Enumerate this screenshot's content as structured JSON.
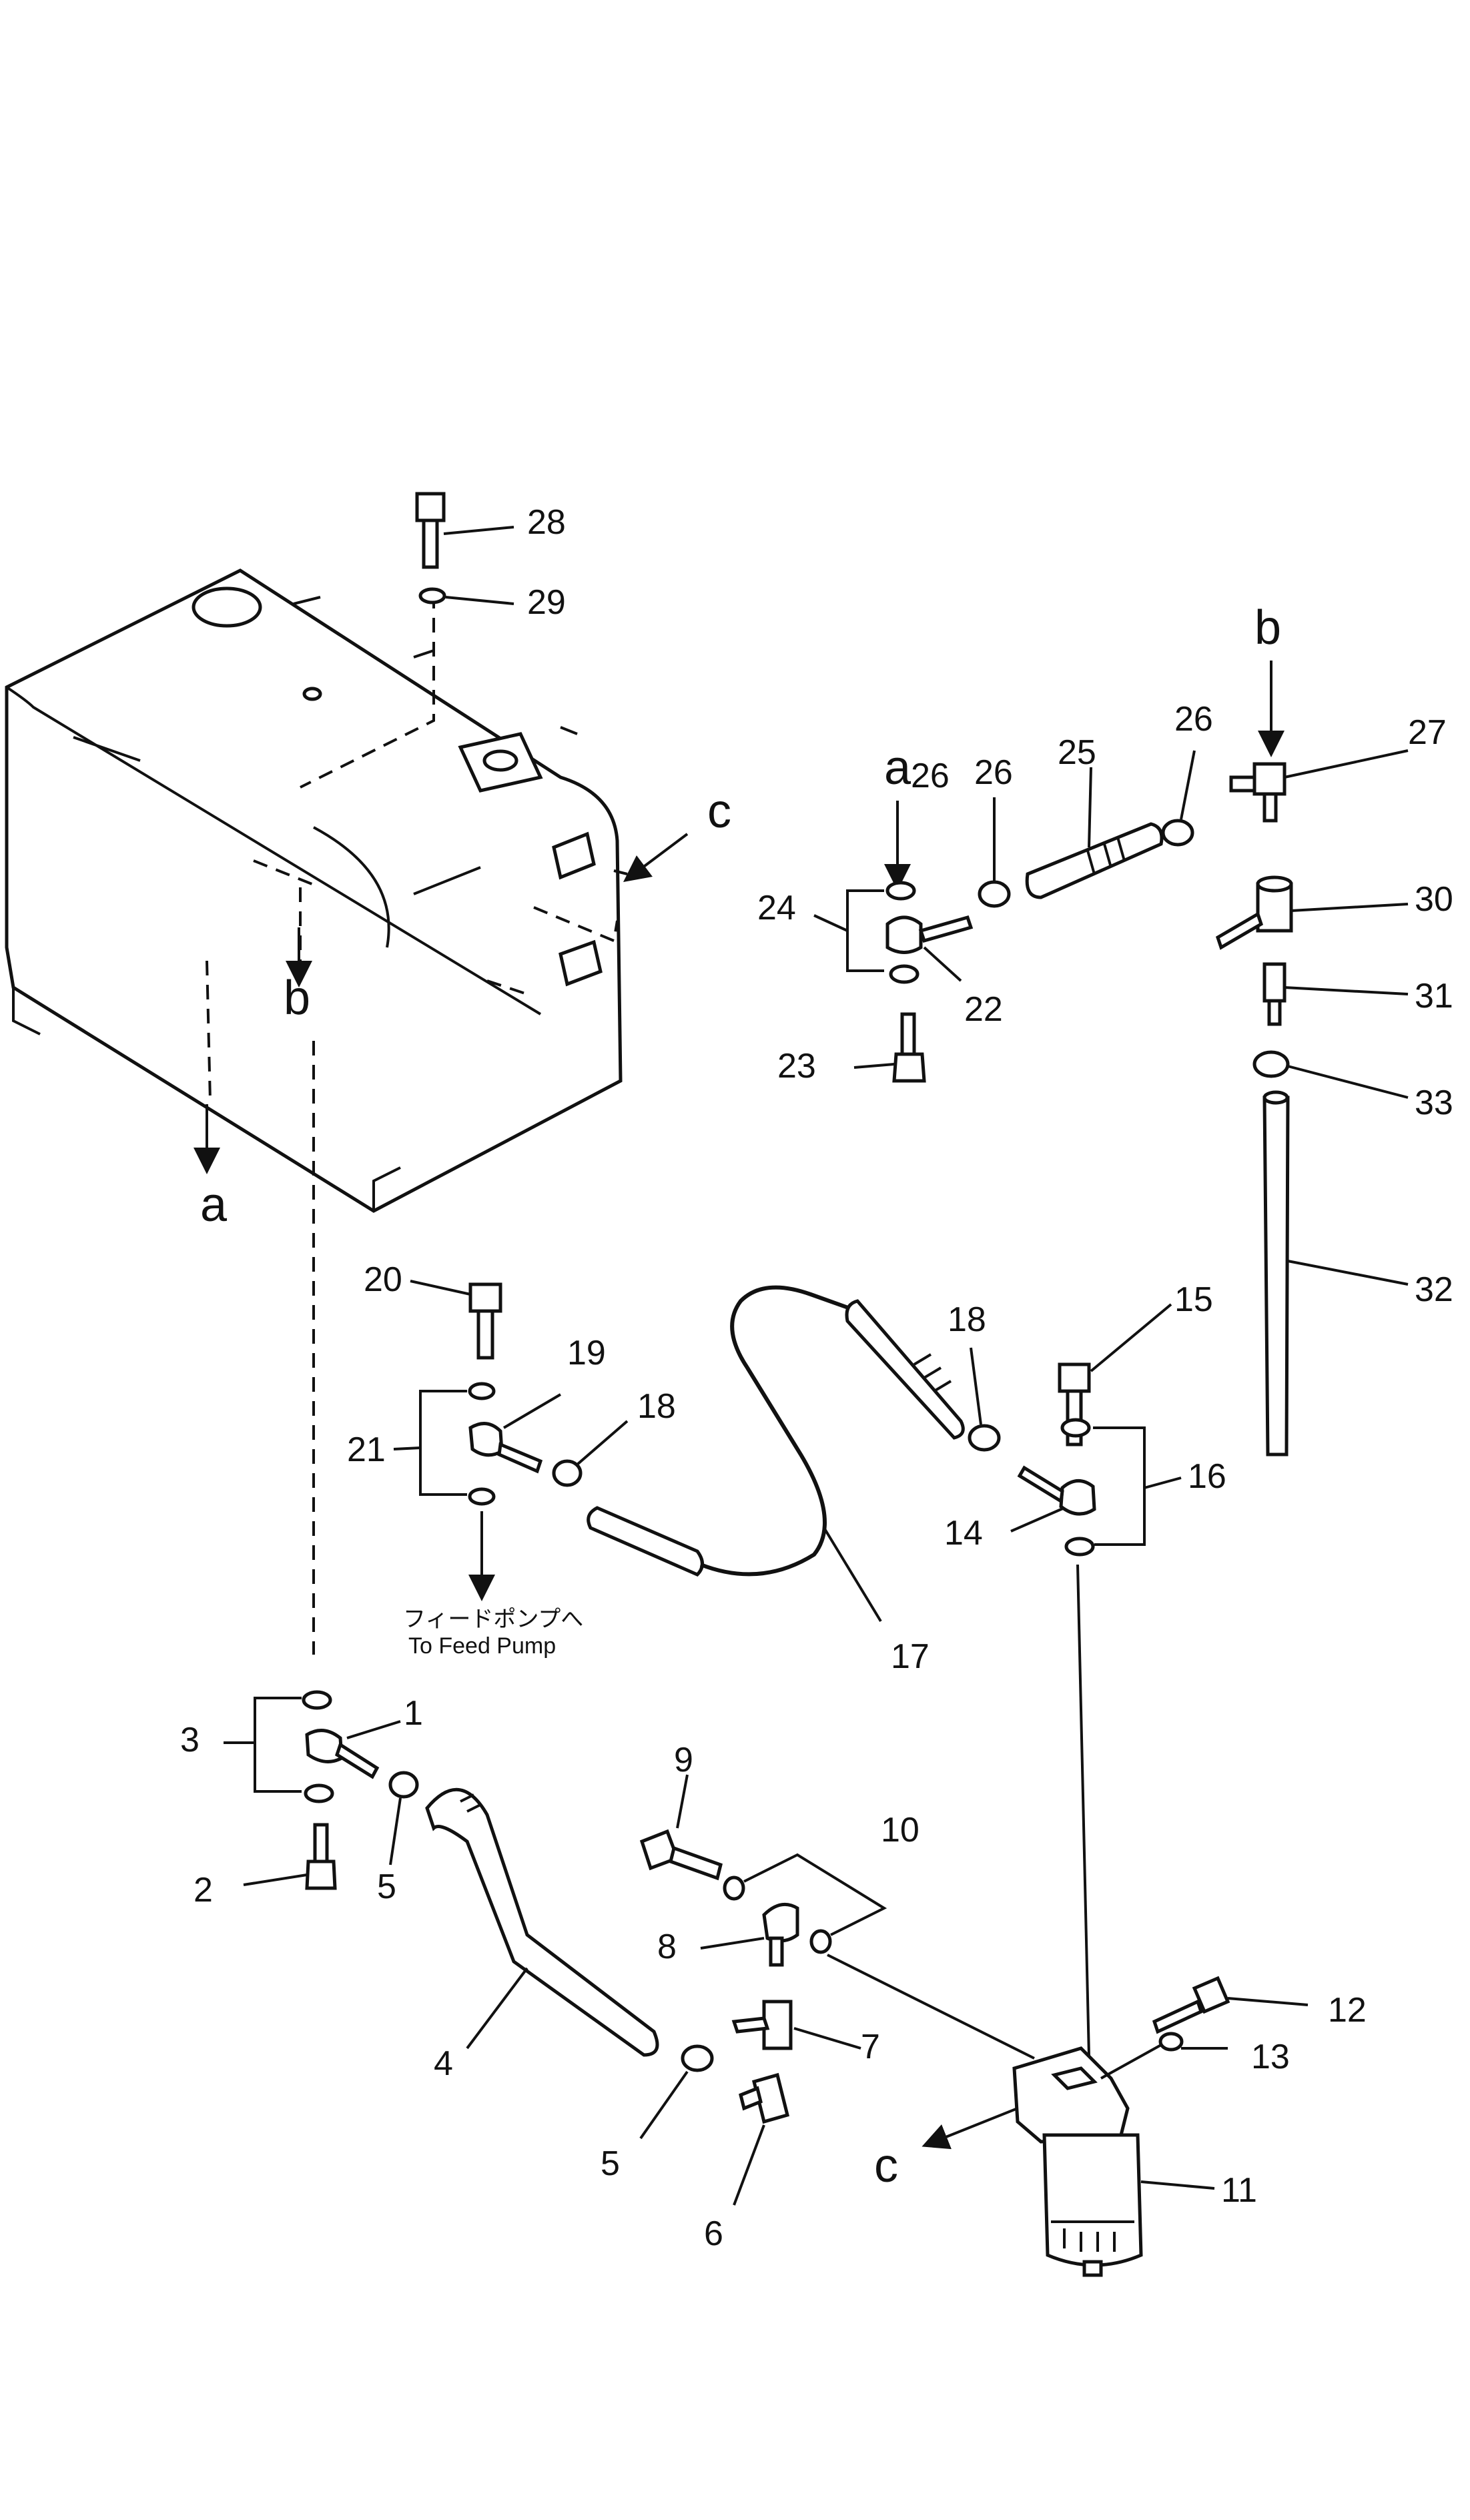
{
  "diagram": {
    "part_numbers": [
      "1",
      "2",
      "3",
      "4",
      "5",
      "5",
      "6",
      "7",
      "8",
      "9",
      "10",
      "11",
      "12",
      "13",
      "14",
      "15",
      "16",
      "17",
      "18",
      "18",
      "19",
      "20",
      "21",
      "22",
      "23",
      "24",
      "25",
      "26",
      "26",
      "27",
      "28",
      "29",
      "30",
      "31",
      "32",
      "33"
    ],
    "view_letters": [
      "a",
      "a",
      "b",
      "b",
      "c",
      "c"
    ],
    "note_jp": "フィードポンプへ",
    "note_en": "To Feed Pump"
  }
}
